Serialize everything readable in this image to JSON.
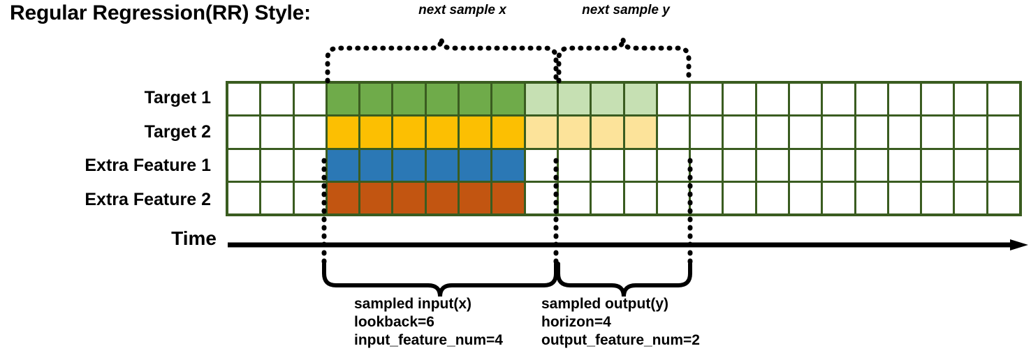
{
  "title": "Regular Regression(RR) Style:",
  "top_braces": [
    {
      "id": "next-sample-x",
      "label": "next sample x"
    },
    {
      "id": "next-sample-y",
      "label": "next sample y"
    }
  ],
  "row_labels": [
    "Target 1",
    "Target 2",
    "Extra Feature 1",
    "Extra Feature 2"
  ],
  "axis": {
    "label": "Time",
    "arrow": "right-arrow-icon"
  },
  "bottom_braces": [
    {
      "id": "sampled-input",
      "lines": [
        "sampled input(x)",
        "lookback=6",
        "input_feature_num=4"
      ]
    },
    {
      "id": "sampled-output",
      "lines": [
        "sampled output(y)",
        "horizon=4",
        "output_feature_num=2"
      ]
    }
  ],
  "colors": {
    "grid_border": "#3a5c20",
    "empty": "#ffffff",
    "target1": "#6fab4a",
    "target2": "#fcbf02",
    "feature1": "#2b78b5",
    "feature2": "#c25511",
    "target1_light": "#c6e0b3",
    "target2_light": "#fce39a",
    "line": "#000000"
  },
  "grid": {
    "columns": 24,
    "rows": 4,
    "lookback_start_col": 3,
    "lookback_len": 6,
    "horizon_start_col": 9,
    "horizon_len": 4,
    "cells": [
      [
        "#ffffff",
        "#ffffff",
        "#ffffff",
        "#6fab4a",
        "#6fab4a",
        "#6fab4a",
        "#6fab4a",
        "#6fab4a",
        "#6fab4a",
        "#c6e0b3",
        "#c6e0b3",
        "#c6e0b3",
        "#c6e0b3",
        "#ffffff",
        "#ffffff",
        "#ffffff",
        "#ffffff",
        "#ffffff",
        "#ffffff",
        "#ffffff",
        "#ffffff",
        "#ffffff",
        "#ffffff",
        "#ffffff"
      ],
      [
        "#ffffff",
        "#ffffff",
        "#ffffff",
        "#fcbf02",
        "#fcbf02",
        "#fcbf02",
        "#fcbf02",
        "#fcbf02",
        "#fcbf02",
        "#fce39a",
        "#fce39a",
        "#fce39a",
        "#fce39a",
        "#ffffff",
        "#ffffff",
        "#ffffff",
        "#ffffff",
        "#ffffff",
        "#ffffff",
        "#ffffff",
        "#ffffff",
        "#ffffff",
        "#ffffff",
        "#ffffff"
      ],
      [
        "#ffffff",
        "#ffffff",
        "#ffffff",
        "#2b78b5",
        "#2b78b5",
        "#2b78b5",
        "#2b78b5",
        "#2b78b5",
        "#2b78b5",
        "#ffffff",
        "#ffffff",
        "#ffffff",
        "#ffffff",
        "#ffffff",
        "#ffffff",
        "#ffffff",
        "#ffffff",
        "#ffffff",
        "#ffffff",
        "#ffffff",
        "#ffffff",
        "#ffffff",
        "#ffffff",
        "#ffffff"
      ],
      [
        "#ffffff",
        "#ffffff",
        "#ffffff",
        "#c25511",
        "#c25511",
        "#c25511",
        "#c25511",
        "#c25511",
        "#c25511",
        "#ffffff",
        "#ffffff",
        "#ffffff",
        "#ffffff",
        "#ffffff",
        "#ffffff",
        "#ffffff",
        "#ffffff",
        "#ffffff",
        "#ffffff",
        "#ffffff",
        "#ffffff",
        "#ffffff",
        "#ffffff",
        "#ffffff"
      ]
    ]
  }
}
